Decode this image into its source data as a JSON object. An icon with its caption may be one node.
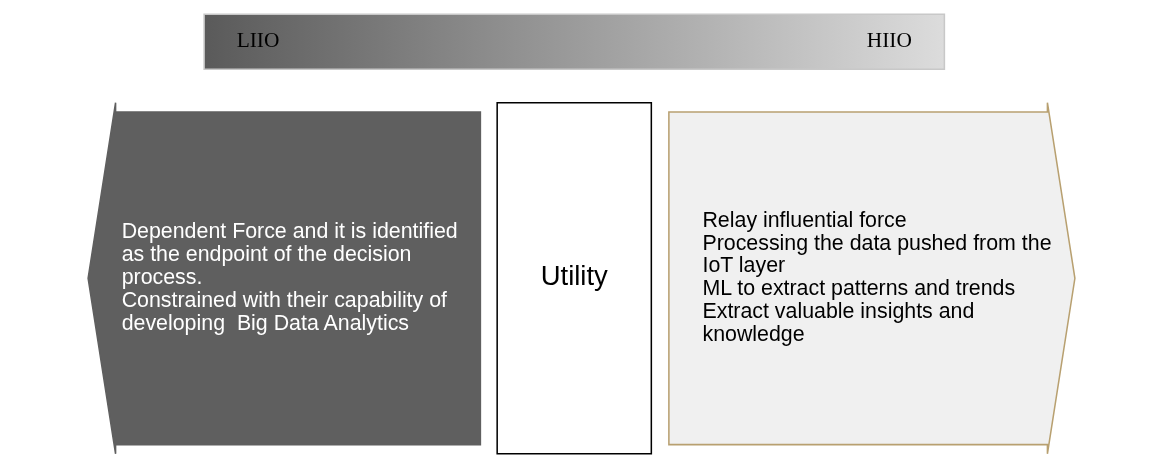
{
  "diagram": {
    "nodes": [
      {
        "text": [
          "LIIO",
          "HIIO"
        ]
      },
      {
        "text": [
          "Dependent Force and it is identified as the endpoint of the decision process.",
          "Constrained with their capability of developing  Big Data Analytics"
        ]
      },
      {
        "text": [
          "Utility"
        ]
      },
      {
        "text": [
          "Relay influential force",
          "Processing the data pushed from the IoT layer",
          "ML to extract patterns and trends",
          "Extract valuable insights and knowledge"
        ]
      }
    ]
  }
}
